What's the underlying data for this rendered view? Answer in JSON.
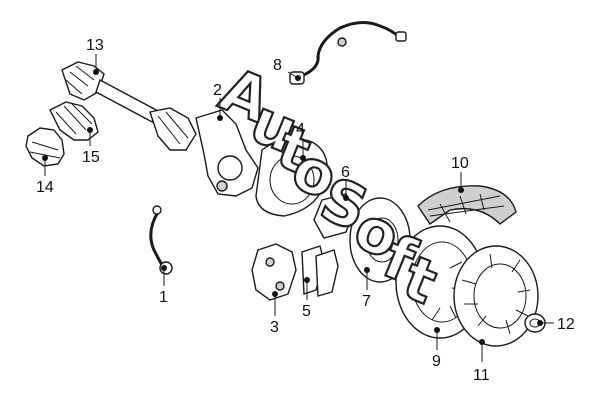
{
  "callouts": {
    "c1": "1",
    "c2": "2",
    "c3": "3",
    "c4": "4",
    "c5": "5",
    "c6": "6",
    "c7": "7",
    "c8": "8",
    "c9": "9",
    "c10": "10",
    "c11": "11",
    "c12": "12",
    "c13": "13",
    "c14": "14",
    "c15": "15"
  },
  "watermark": {
    "w1": "A",
    "w2": "u",
    "w3": "t",
    "w4": "o",
    "w5": "S",
    "w6": "o",
    "w7": "f",
    "w8": "t"
  }
}
